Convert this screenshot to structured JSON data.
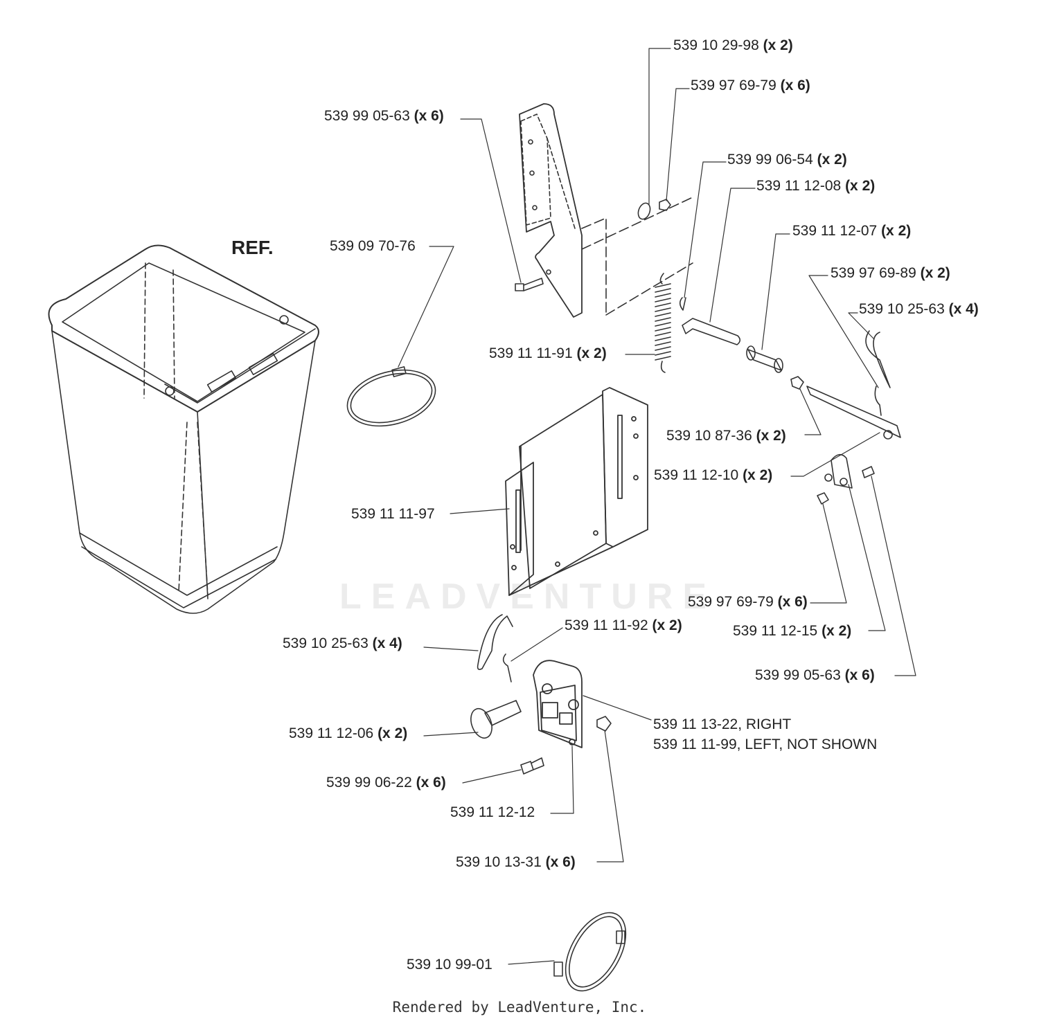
{
  "watermark": "LEADVENTURE",
  "footer": "Rendered by LeadVenture, Inc.",
  "ref_label": "REF.",
  "callouts": [
    {
      "id": "c1",
      "part": "539 10 29-98",
      "qty": "(x 2)"
    },
    {
      "id": "c2",
      "part": "539 97 69-79",
      "qty": "(x 6)"
    },
    {
      "id": "c3",
      "part": "539 99 05-63",
      "qty": "(x 6)"
    },
    {
      "id": "c4",
      "part": "539 99 06-54",
      "qty": "(x 2)"
    },
    {
      "id": "c5",
      "part": "539 11 12-08",
      "qty": "(x 2)"
    },
    {
      "id": "c6",
      "part": "539 11 12-07",
      "qty": "(x 2)"
    },
    {
      "id": "c7",
      "part": "539 09 70-76",
      "qty": ""
    },
    {
      "id": "c8",
      "part": "539 97 69-89",
      "qty": "(x 2)"
    },
    {
      "id": "c9",
      "part": "539 10 25-63",
      "qty": "(x 4)"
    },
    {
      "id": "c10",
      "part": "539 11 11-91",
      "qty": "(x 2)"
    },
    {
      "id": "c11",
      "part": "539 10 87-36",
      "qty": "(x 2)"
    },
    {
      "id": "c12",
      "part": "539 11 12-10",
      "qty": "(x 2)"
    },
    {
      "id": "c13",
      "part": "539 11 11-97",
      "qty": ""
    },
    {
      "id": "c14",
      "part": "539 97 69-79",
      "qty": "(x 6)"
    },
    {
      "id": "c15",
      "part": "539 11 12-15",
      "qty": "(x 2)"
    },
    {
      "id": "c16",
      "part": "539 11 11-92",
      "qty": "(x 2)"
    },
    {
      "id": "c17",
      "part": "539 10 25-63",
      "qty": "(x 4)"
    },
    {
      "id": "c18",
      "part": "539 99 05-63",
      "qty": "(x 6)"
    },
    {
      "id": "c19",
      "part": "539 11 13-22, RIGHT",
      "qty": ""
    },
    {
      "id": "c20",
      "part": "539 11 11-99, LEFT, NOT SHOWN",
      "qty": ""
    },
    {
      "id": "c21",
      "part": "539 11 12-06",
      "qty": "(x 2)"
    },
    {
      "id": "c22",
      "part": "539 99 06-22",
      "qty": "(x 6)"
    },
    {
      "id": "c23",
      "part": "539 11 12-12",
      "qty": ""
    },
    {
      "id": "c24",
      "part": "539 10 13-31",
      "qty": "(x 6)"
    },
    {
      "id": "c25",
      "part": "539 10 99-01",
      "qty": ""
    }
  ]
}
